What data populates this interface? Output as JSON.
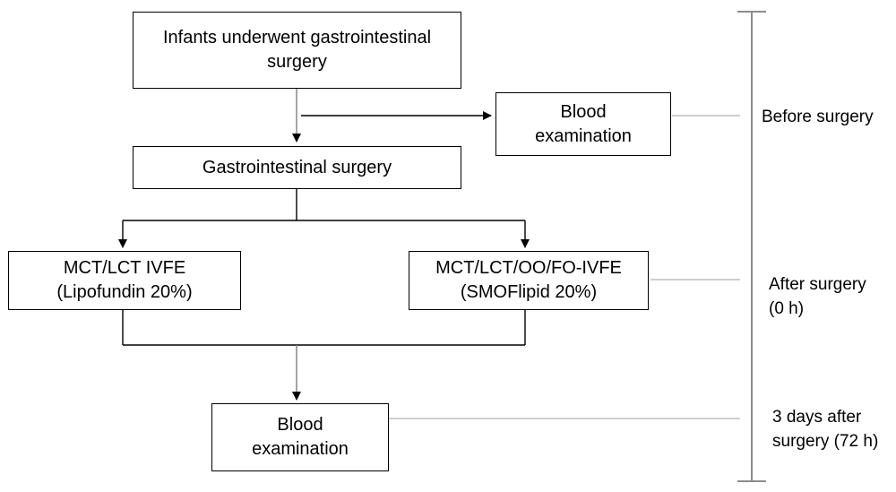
{
  "boxes": {
    "start": {
      "line1": "Infants underwent gastrointestinal",
      "line2": "surgery"
    },
    "blood_pre": {
      "line1": "Blood",
      "line2": "examination"
    },
    "surgery": {
      "label": "Gastrointestinal surgery"
    },
    "arm_left": {
      "line1": "MCT/LCT IVFE",
      "line2": "(Lipofundin 20%)"
    },
    "arm_right": {
      "line1": "MCT/LCT/OO/FO-IVFE",
      "line2": "(SMOFlipid 20%)"
    },
    "blood_post": {
      "line1": "Blood",
      "line2": "examination"
    }
  },
  "timeline": {
    "before": {
      "line1": "Before surgery"
    },
    "after": {
      "line1": "After surgery",
      "line2": "(0 h)"
    },
    "later": {
      "line1": "3 days after",
      "line2": "surgery (72 h)"
    }
  },
  "colors": {
    "box_border": "#000000",
    "flow_line": "#7f7f7f",
    "guide_line": "#b0b0b0",
    "timeline": "#8c8c8c"
  }
}
